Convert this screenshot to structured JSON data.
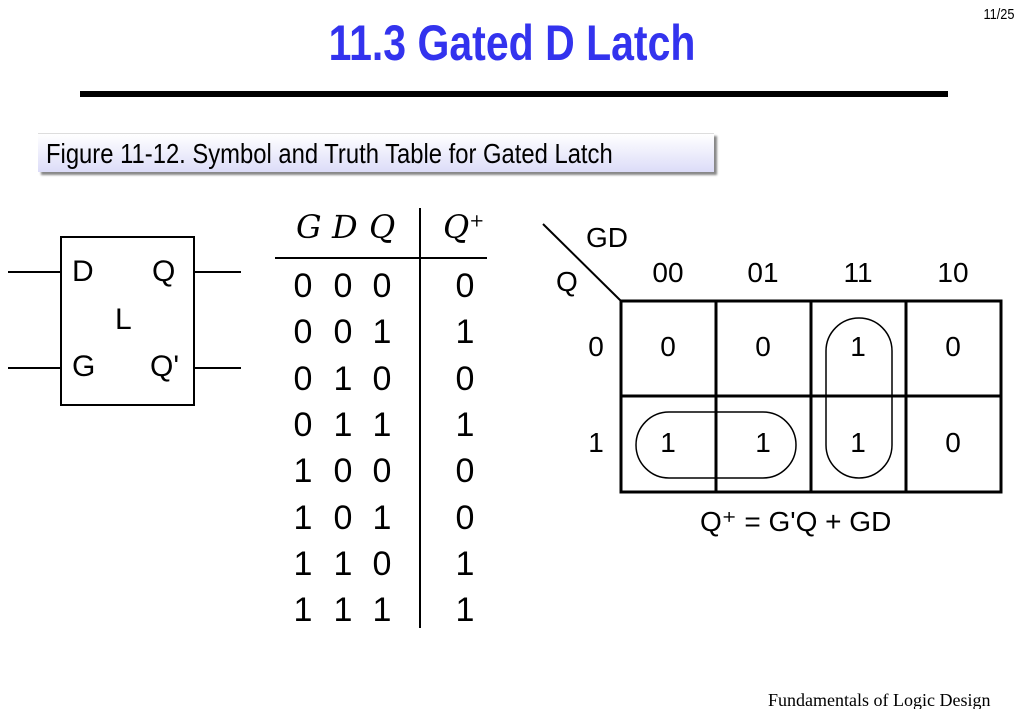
{
  "page_number": "11/25",
  "title": "11.3  Gated D Latch",
  "caption": "Figure 11-12. Symbol and Truth Table for Gated Latch",
  "symbol": {
    "name": "L",
    "inputs": [
      "D",
      "G"
    ],
    "outputs": [
      "Q",
      "Q'"
    ]
  },
  "truth_table": {
    "headers": [
      "G",
      "D",
      "Q",
      "Q+"
    ],
    "rows": [
      [
        "0",
        "0",
        "0",
        "0"
      ],
      [
        "0",
        "0",
        "1",
        "1"
      ],
      [
        "0",
        "1",
        "0",
        "0"
      ],
      [
        "0",
        "1",
        "1",
        "1"
      ],
      [
        "1",
        "0",
        "0",
        "0"
      ],
      [
        "1",
        "0",
        "1",
        "0"
      ],
      [
        "1",
        "1",
        "0",
        "1"
      ],
      [
        "1",
        "1",
        "1",
        "1"
      ]
    ]
  },
  "kmap": {
    "col_var": "GD",
    "row_var": "Q",
    "col_labels": [
      "00",
      "01",
      "11",
      "10"
    ],
    "row_labels": [
      "0",
      "1"
    ],
    "cells": [
      [
        "0",
        "0",
        "1",
        "0"
      ],
      [
        "1",
        "1",
        "1",
        "0"
      ]
    ],
    "equation": "Q⁺ = G'Q + GD"
  },
  "footer": "Fundamentals of Logic Design"
}
